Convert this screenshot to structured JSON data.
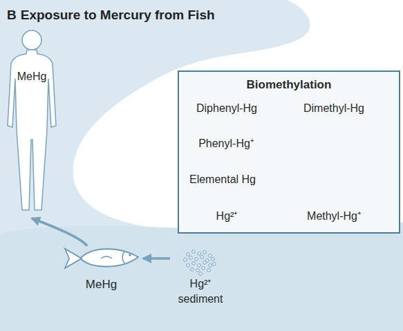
{
  "diagram": {
    "title": "Exposure to Mercury from Fish",
    "nodes": [
      {
        "text": [
          "MeHg"
        ]
      },
      {
        "text": [
          "Biomethylation"
        ]
      },
      {
        "text": [
          "Diphenyl-Hg"
        ],
        "in": 1
      },
      {
        "text": [
          "Dimethyl-Hg"
        ],
        "in": 1
      },
      {
        "text": [
          "Phenyl-Hg⁺"
        ],
        "in": 1
      },
      {
        "text": [
          "Elemental Hg"
        ],
        "in": 1
      },
      {
        "text": [
          "Hg²⁺"
        ],
        "in": 1
      },
      {
        "text": [
          "Methyl-Hg⁺"
        ],
        "in": 1
      },
      {
        "text": [
          "MeHg"
        ]
      },
      {
        "text": [
          "Hg²⁺ sediment"
        ]
      }
    ],
    "edges": [
      {
        "from": 2,
        "to": 4,
        "arrow": "to"
      },
      {
        "from": 4,
        "to": 5,
        "arrow": "to"
      },
      {
        "from": 5,
        "to": 6,
        "arrow": "to"
      },
      {
        "from": 6,
        "to": 7,
        "arrow": "to"
      },
      {
        "from": 3,
        "to": 7,
        "arrow": "to"
      },
      {
        "from": 9,
        "to": 8,
        "arrow": "to"
      },
      {
        "from": 8,
        "to": 0,
        "arrow": "to"
      }
    ],
    "labels": [
      "B"
    ]
  }
}
